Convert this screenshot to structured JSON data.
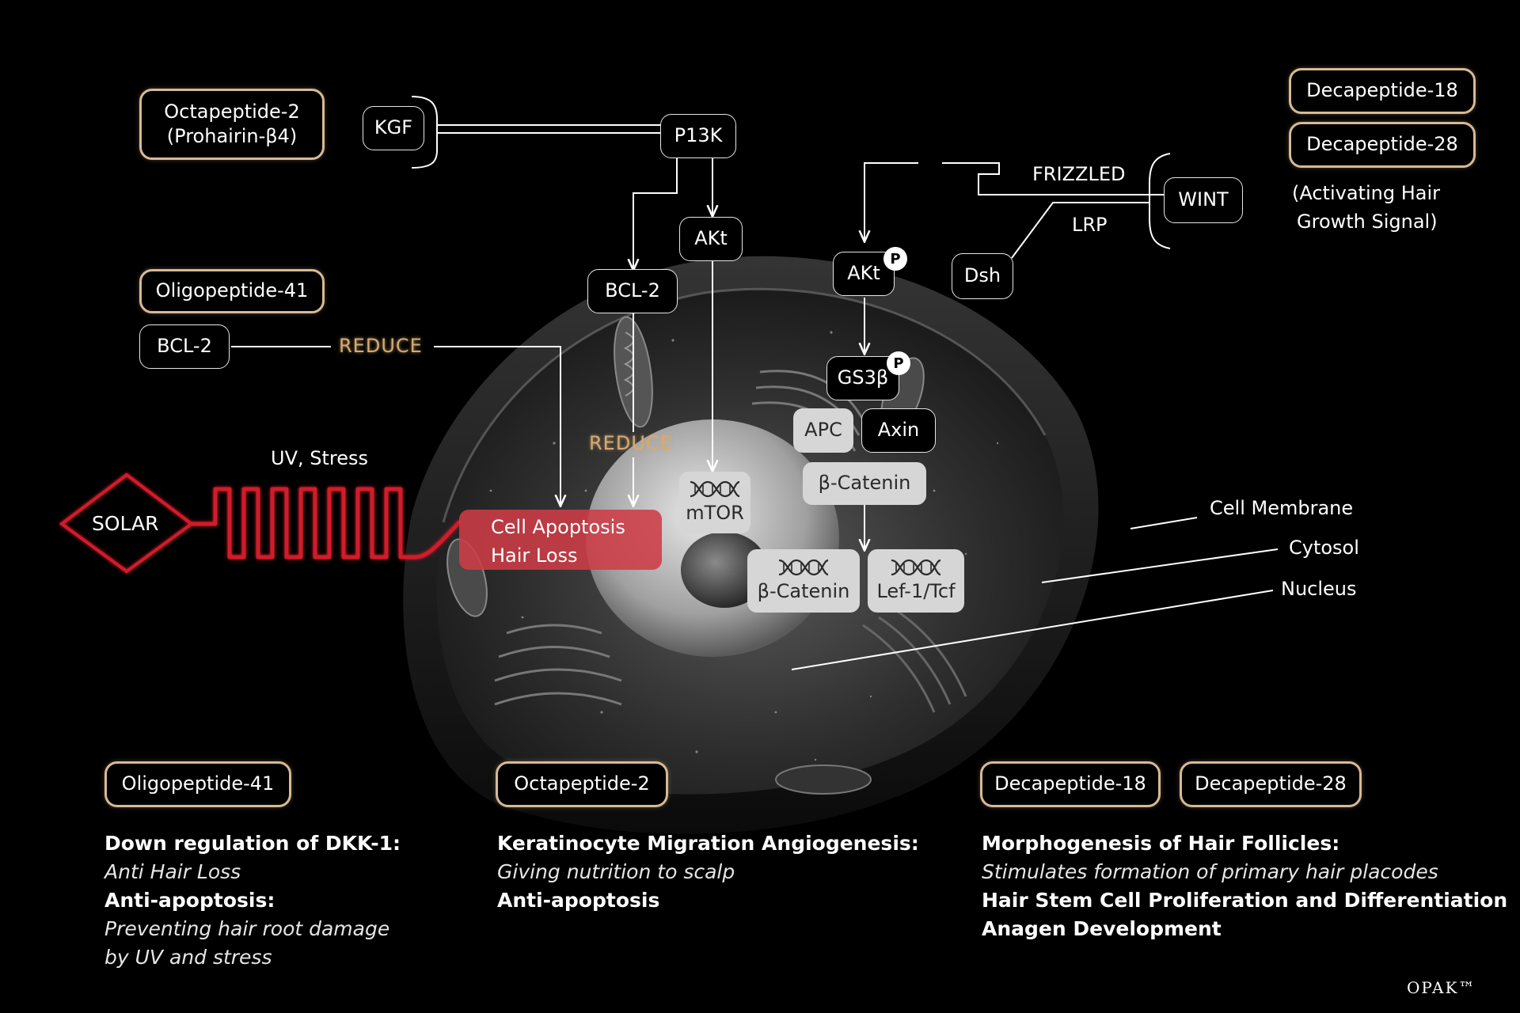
{
  "top_left": {
    "octapeptide_line1": "Octapeptide-2",
    "octapeptide_line2": "(Prohairin-β4)",
    "kgf": "KGF",
    "p13k": "P13K"
  },
  "left_mid": {
    "oligopeptide": "Oligopeptide-41",
    "bcl2": "BCL-2",
    "reduce": "REDUCE"
  },
  "center": {
    "bcl2": "BCL-2",
    "akt": "AKt",
    "reduce": "REDUCE",
    "mtor": "mTOR",
    "apoptosis_line1": "Cell Apoptosis",
    "apoptosis_line2": "Hair Loss"
  },
  "solar": {
    "label": "SOLAR",
    "uv_stress": "UV, Stress"
  },
  "wnt_pathway": {
    "akt": "AKt",
    "p_badge": "P",
    "gs3b": "GS3β",
    "apc": "APC",
    "axin": "Axin",
    "b_catenin": "β-Catenin",
    "b_catenin_nuclear": "β-Catenin",
    "lef_tcf": "Lef-1/Tcf",
    "frizzled": "FRIZZLED",
    "lrp": "LRP",
    "wint": "WINT",
    "dsh": "Dsh"
  },
  "top_right": {
    "decapeptide_18": "Decapeptide-18",
    "decapeptide_28": "Decapeptide-28",
    "note_line1": "(Activating Hair",
    "note_line2": "Growth Signal)"
  },
  "cell_labels": {
    "membrane": "Cell Membrane",
    "cytosol": "Cytosol",
    "nucleus": "Nucleus"
  },
  "bottom": {
    "col1": {
      "tag": "Oligopeptide-41",
      "h1": "Down regulation of DKK-1:",
      "t1": "Anti Hair Loss",
      "h2": "Anti-apoptosis:",
      "t2a": "Preventing hair root damage",
      "t2b": "by UV and stress"
    },
    "col2": {
      "tag": "Octapeptide-2",
      "h1": "Keratinocyte Migration Angiogenesis:",
      "t1": "Giving nutrition to scalp",
      "h2": "Anti-apoptosis"
    },
    "col3": {
      "tag1": "Decapeptide-18",
      "tag2": "Decapeptide-28",
      "h1": "Morphogenesis of Hair Follicles:",
      "t1": "Stimulates formation of primary hair placodes",
      "h2": "Hair Stem Cell Proliferation and Differentiation",
      "h3": "Anagen Development"
    }
  },
  "logo": "OPAK™",
  "colors": {
    "gold": "#d8b994",
    "reduce": "#d4aa72",
    "apoptosis_red": "#cd3c46",
    "solar_red": "#d11a2a"
  }
}
